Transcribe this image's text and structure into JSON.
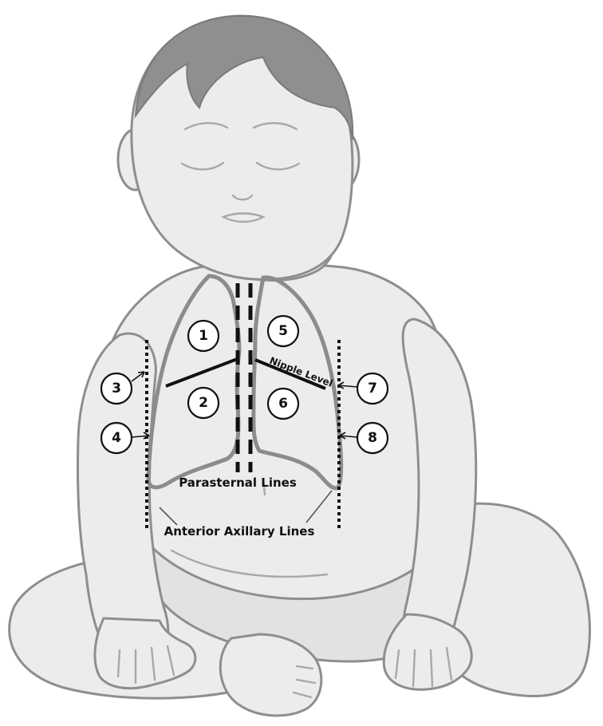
{
  "zones": [
    {
      "id": "zone-1",
      "label": "1"
    },
    {
      "id": "zone-2",
      "label": "2"
    },
    {
      "id": "zone-3",
      "label": "3"
    },
    {
      "id": "zone-4",
      "label": "4"
    },
    {
      "id": "zone-5",
      "label": "5"
    },
    {
      "id": "zone-6",
      "label": "6"
    },
    {
      "id": "zone-7",
      "label": "7"
    },
    {
      "id": "zone-8",
      "label": "8"
    }
  ],
  "labels": {
    "nipple_level": "Nipple Level",
    "parasternal_lines": "Parasternal Lines",
    "anterior_axillary_lines": "Anterior Axillary Lines"
  },
  "colors": {
    "skin": "#ececec",
    "outline": "#8e8e8e",
    "lung_outline": "#8c8c8c",
    "hair": "#8f8f8f",
    "markings": "#111111"
  }
}
